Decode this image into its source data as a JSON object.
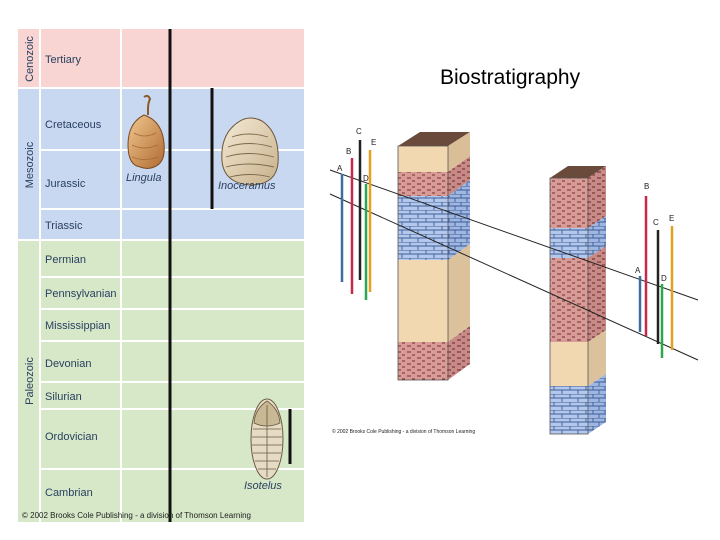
{
  "title": "Biostratigraphy",
  "left_chart": {
    "eras": [
      {
        "key": "cenozoic",
        "label": "Cenozoic",
        "color": "#f8d4d2"
      },
      {
        "key": "mesozoic",
        "label": "Mesozoic",
        "color": "#c8d8f0"
      },
      {
        "key": "paleozoic",
        "label": "Paleozoic",
        "color": "#d6e8c8"
      }
    ],
    "periods": [
      {
        "label": "Tertiary",
        "era": "cenozoic"
      },
      {
        "label": "Cretaceous",
        "era": "mesozoic"
      },
      {
        "label": "Jurassic",
        "era": "mesozoic"
      },
      {
        "label": "Triassic",
        "era": "mesozoic"
      },
      {
        "label": "Permian",
        "era": "paleozoic"
      },
      {
        "label": "Pennsylvanian",
        "era": "paleozoic"
      },
      {
        "label": "Mississippian",
        "era": "paleozoic"
      },
      {
        "label": "Devonian",
        "era": "paleozoic"
      },
      {
        "label": "Silurian",
        "era": "paleozoic"
      },
      {
        "label": "Ordovician",
        "era": "paleozoic"
      },
      {
        "label": "Cambrian",
        "era": "paleozoic"
      }
    ],
    "fossils": [
      {
        "name": "Lingula",
        "range_from": "Tertiary",
        "range_to": "Cambrian"
      },
      {
        "name": "Inoceramus",
        "range_from": "Cretaceous",
        "range_to": "Jurassic"
      },
      {
        "name": "Isotelus",
        "range_from": "Ordovician",
        "range_to": "Ordovician"
      }
    ],
    "copyright": "© 2002 Brooks Cole Publishing - a division of Thomson Learning"
  },
  "right_figure": {
    "column1_labels": [
      "C",
      "E",
      "B",
      "A",
      "D"
    ],
    "column2_labels": [
      "B",
      "C",
      "E",
      "A",
      "D"
    ],
    "line_colors": {
      "A": "#3a6fa0",
      "B": "#c8284a",
      "C": "#222222",
      "D": "#2aa84a",
      "E": "#e6a020"
    },
    "copyright": "© 2002 Brooks Cole Publishing - a division of Thomson Learning"
  }
}
